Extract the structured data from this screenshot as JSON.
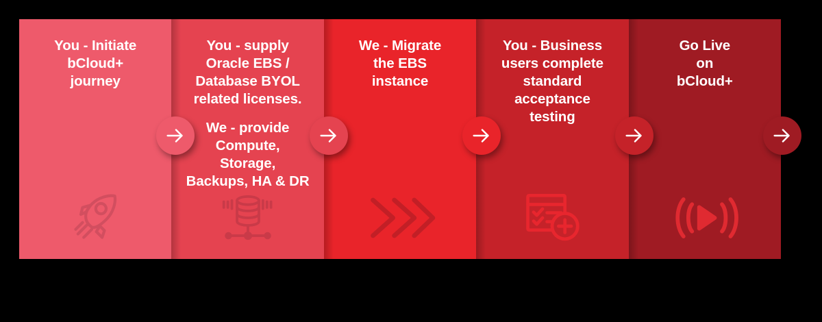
{
  "diagram": {
    "title": "bCloud+ migration journey process flow",
    "background_color": "#000000",
    "steps": [
      {
        "id": "step-1",
        "label": "You - Initiate bCloud+ journey",
        "text_primary": "You - Initiate\nbCloud+\njourney",
        "text_secondary": "",
        "color": "#EE5A6B",
        "icon": "rocket-icon",
        "icon_color": "#D24E5F"
      },
      {
        "id": "step-2",
        "label": "You - supply Oracle EBS / Database BYOL related licenses.",
        "text_primary": "You - supply\nOracle EBS /\nDatabase BYOL\nrelated licenses.",
        "text_secondary": "We - provide\nCompute,\nStorage,\nBackups, HA & DR",
        "color": "#E54350",
        "icon": "database-network-icon",
        "icon_color": "#C93A48"
      },
      {
        "id": "step-3",
        "label": "We - Migrate the EBS instance",
        "text_primary": "We - Migrate\nthe EBS\ninstance",
        "text_secondary": "",
        "color": "#E9242A",
        "icon": "triple-chevron-icon",
        "icon_color": "#C21F26"
      },
      {
        "id": "step-4",
        "label": "You - Business users complete standard acceptance testing",
        "text_primary": "You - Business\nusers complete\nstandard\nacceptance\ntesting",
        "text_secondary": "",
        "color": "#C52229",
        "icon": "checklist-add-icon",
        "icon_color": "#E8262E"
      },
      {
        "id": "step-5",
        "label": "Go Live on bCloud+",
        "text_primary": "Go Live\non\nbCloud+",
        "text_secondary": "",
        "color": "#9F1B23",
        "icon": "broadcast-live-icon",
        "icon_color": "#E02A31"
      }
    ],
    "connectors": [
      {
        "id": "arrow-1",
        "icon": "arrow-right-icon",
        "color": "#EE5A6B"
      },
      {
        "id": "arrow-2",
        "icon": "arrow-right-icon",
        "color": "#E54350"
      },
      {
        "id": "arrow-3",
        "icon": "arrow-right-icon",
        "color": "#E9242A"
      },
      {
        "id": "arrow-4",
        "icon": "arrow-right-icon",
        "color": "#C52229"
      },
      {
        "id": "arrow-5",
        "icon": "arrow-right-icon",
        "color": "#9F1B23"
      }
    ]
  }
}
